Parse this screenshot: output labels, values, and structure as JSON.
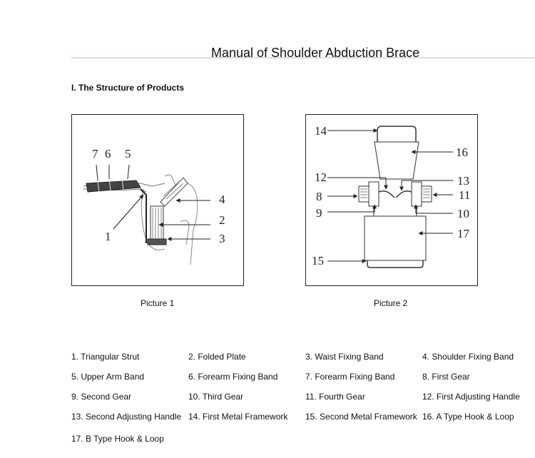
{
  "header": {
    "title": "Manual of Shoulder Abduction Brace"
  },
  "section": {
    "heading": "I. The Structure of Products"
  },
  "figure1": {
    "caption": "Picture 1",
    "labels": {
      "l7": "7",
      "l6": "6",
      "l5": "5",
      "l4": "4",
      "l2": "2",
      "l3": "3",
      "l1": "1"
    }
  },
  "figure2": {
    "caption": "Picture 2",
    "labels": {
      "l14": "14",
      "l16": "16",
      "l12": "12",
      "l13": "13",
      "l8": "8",
      "l11": "11",
      "l9": "9",
      "l10": "10",
      "l17": "17",
      "l15": "15"
    }
  },
  "parts": [
    "1. Triangular Strut",
    "2. Folded Plate",
    "3.  Waist Fixing Band",
    "4.  Shoulder Fixing Band",
    "5.  Upper Arm Band",
    "6. Forearm Fixing Band",
    "7.  Forearm Fixing Band",
    "8.  First Gear",
    "9.  Second Gear",
    "10.  Third Gear",
    "11.  Fourth Gear",
    "12.  First Adjusting Handle",
    "13. Second Adjusting Handle",
    "14.  First Metal Framework",
    "15.  Second Metal Framework",
    "16. A Type Hook & Loop",
    "17. B Type Hook & Loop"
  ]
}
